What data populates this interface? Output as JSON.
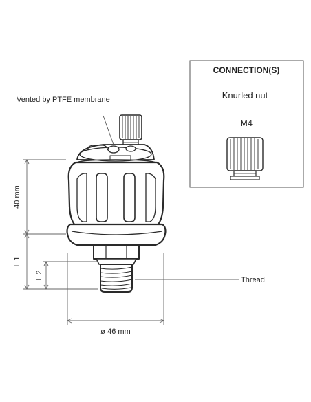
{
  "diagram": {
    "callouts": {
      "vent": "Vented by PTFE membrane",
      "thread": "Thread"
    },
    "dimensions": {
      "height": "40 mm",
      "l1": "L 1",
      "l2": "L 2",
      "diameter": "ø 46 mm"
    }
  },
  "connection_box": {
    "title": "CONNECTION(S)",
    "type": "Knurled nut",
    "size": "M4"
  },
  "colors": {
    "line": "#2a2a2a",
    "body_fill": "#ffffff",
    "leader": "#666666",
    "box_border": "#555555"
  }
}
